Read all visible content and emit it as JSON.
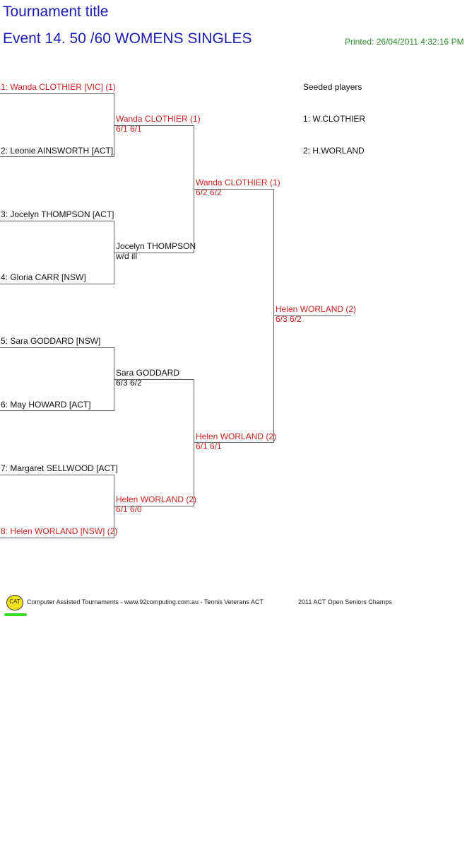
{
  "header": {
    "title": "Tournament title",
    "event": "Event 14. 50 /60  WOMENS SINGLES",
    "printed": "Printed: 26/04/2011 4:32:16 PM"
  },
  "round1": [
    {
      "label": "1: Wanda CLOTHIER [VIC] (1)",
      "color": "#cc2222"
    },
    {
      "label": "2: Leonie AINSWORTH [ACT]",
      "color": "#111111"
    },
    {
      "label": "3: Jocelyn THOMPSON [ACT]",
      "color": "#111111"
    },
    {
      "label": "4: Gloria CARR [NSW]",
      "color": "#111111"
    },
    {
      "label": "5: Sara GODDARD [NSW]",
      "color": "#111111"
    },
    {
      "label": "6: May HOWARD [ACT]",
      "color": "#111111"
    },
    {
      "label": "7: Margaret SELLWOOD [ACT]",
      "color": "#111111"
    },
    {
      "label": "8: Helen WORLAND [NSW] (2)",
      "color": "#cc2222"
    }
  ],
  "round2": [
    {
      "name": "Wanda CLOTHIER (1)",
      "score": "6/1 6/1",
      "color": "#cc2222"
    },
    {
      "name": "Jocelyn THOMPSON",
      "score": "w/d ill",
      "color": "#111111"
    },
    {
      "name": "Sara GODDARD",
      "score": "6/3 6/2",
      "color": "#111111"
    },
    {
      "name": "Helen WORLAND (2)",
      "score": "6/1 6/0",
      "color": "#cc2222"
    }
  ],
  "round3": [
    {
      "name": "Wanda CLOTHIER (1)",
      "score": "6/2 6/2",
      "color": "#cc2222"
    },
    {
      "name": "Helen WORLAND (2)",
      "score": "6/1 6/1",
      "color": "#cc2222"
    }
  ],
  "final": {
    "name": "Helen WORLAND (2)",
    "score": "6/3 6/2",
    "color": "#cc2222"
  },
  "seeds": {
    "heading": "Seeded players",
    "items": [
      "1: W.CLOTHIER",
      "2: H.WORLAND"
    ]
  },
  "footer": {
    "logo": "CAT",
    "text": "Computer Assisted Tournaments - www.92computing.com.au -  Tennis Veterans ACT",
    "event": "2011 ACT Open Seniors Champs"
  }
}
